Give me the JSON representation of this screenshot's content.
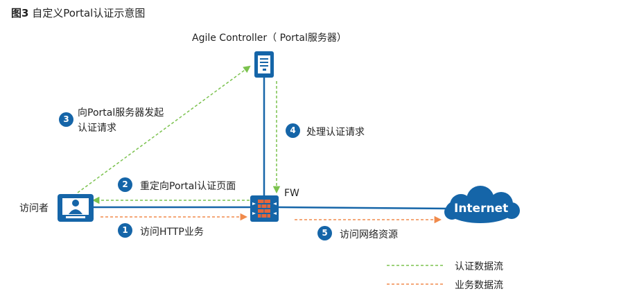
{
  "figure": {
    "number": "图3",
    "title": "自定义Portal认证示意图"
  },
  "nodes": {
    "controller": "Agile Controller（ Portal服务器）",
    "fw": "FW",
    "visitor": "访问者",
    "internet": "Internet"
  },
  "steps": [
    {
      "num": "1",
      "text": "访问HTTP业务"
    },
    {
      "num": "2",
      "text": "重定向Portal认证页面"
    },
    {
      "num": "3",
      "line1": "向Portal服务器发起",
      "line2": "认证请求"
    },
    {
      "num": "4",
      "text": "处理认证请求"
    },
    {
      "num": "5",
      "text": "访问网络资源"
    }
  ],
  "legend": [
    {
      "label": "认证数据流",
      "color": "#7bc24e"
    },
    {
      "label": "业务数据流",
      "color": "#f08a4b"
    }
  ],
  "colors": {
    "link": "#1565a8",
    "auth": "#7bc24e",
    "biz": "#f08a4b"
  }
}
